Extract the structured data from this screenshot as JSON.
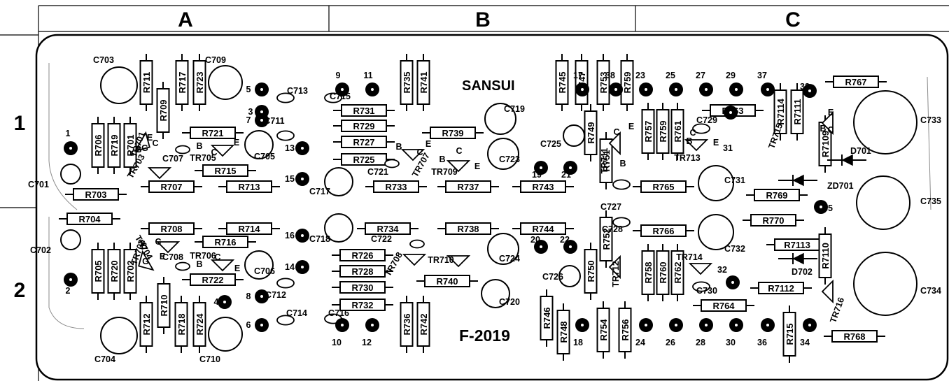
{
  "grid": {
    "columns": [
      "A",
      "B",
      "C"
    ],
    "rows": [
      "1",
      "2"
    ]
  },
  "board": {
    "brand": "SANSUI",
    "model": "F-2019"
  },
  "resistors": [
    {
      "ref": "R711",
      "orient": "v"
    },
    {
      "ref": "R709",
      "orient": "v"
    },
    {
      "ref": "R717",
      "orient": "v"
    },
    {
      "ref": "R723",
      "orient": "v"
    },
    {
      "ref": "R735",
      "orient": "v"
    },
    {
      "ref": "R741",
      "orient": "v"
    },
    {
      "ref": "R745",
      "orient": "v"
    },
    {
      "ref": "R747",
      "orient": "v"
    },
    {
      "ref": "R753",
      "orient": "v"
    },
    {
      "ref": "R759",
      "orient": "v"
    },
    {
      "ref": "R767",
      "orient": "h"
    },
    {
      "ref": "R7114",
      "orient": "v"
    },
    {
      "ref": "R7111",
      "orient": "v"
    },
    {
      "ref": "R731",
      "orient": "h"
    },
    {
      "ref": "R763",
      "orient": "h"
    },
    {
      "ref": "R706",
      "orient": "v"
    },
    {
      "ref": "R719",
      "orient": "v"
    },
    {
      "ref": "R701",
      "orient": "v"
    },
    {
      "ref": "R721",
      "orient": "h"
    },
    {
      "ref": "R729",
      "orient": "h"
    },
    {
      "ref": "R739",
      "orient": "h"
    },
    {
      "ref": "R749",
      "orient": "v"
    },
    {
      "ref": "R757",
      "orient": "v"
    },
    {
      "ref": "R759",
      "orient": "v"
    },
    {
      "ref": "R761",
      "orient": "v"
    },
    {
      "ref": "R7109",
      "orient": "v"
    },
    {
      "ref": "R727",
      "orient": "h"
    },
    {
      "ref": "R725",
      "orient": "h"
    },
    {
      "ref": "R715",
      "orient": "h"
    },
    {
      "ref": "R751",
      "orient": "v"
    },
    {
      "ref": "R703",
      "orient": "h"
    },
    {
      "ref": "R707",
      "orient": "h"
    },
    {
      "ref": "R713",
      "orient": "h"
    },
    {
      "ref": "R733",
      "orient": "h"
    },
    {
      "ref": "R737",
      "orient": "h"
    },
    {
      "ref": "R743",
      "orient": "h"
    },
    {
      "ref": "R765",
      "orient": "h"
    },
    {
      "ref": "R769",
      "orient": "h"
    },
    {
      "ref": "R704",
      "orient": "h"
    },
    {
      "ref": "R708",
      "orient": "h"
    },
    {
      "ref": "R714",
      "orient": "h"
    },
    {
      "ref": "R734",
      "orient": "h"
    },
    {
      "ref": "R738",
      "orient": "h"
    },
    {
      "ref": "R744",
      "orient": "h"
    },
    {
      "ref": "R770",
      "orient": "h"
    },
    {
      "ref": "R716",
      "orient": "h"
    },
    {
      "ref": "R752",
      "orient": "v"
    },
    {
      "ref": "R766",
      "orient": "h"
    },
    {
      "ref": "R7113",
      "orient": "h"
    },
    {
      "ref": "R7110",
      "orient": "v"
    },
    {
      "ref": "R705",
      "orient": "v"
    },
    {
      "ref": "R720",
      "orient": "v"
    },
    {
      "ref": "R702",
      "orient": "v"
    },
    {
      "ref": "R726",
      "orient": "h"
    },
    {
      "ref": "R728",
      "orient": "h"
    },
    {
      "ref": "R750",
      "orient": "v"
    },
    {
      "ref": "R758",
      "orient": "v"
    },
    {
      "ref": "R760",
      "orient": "v"
    },
    {
      "ref": "R762",
      "orient": "v"
    },
    {
      "ref": "R722",
      "orient": "h"
    },
    {
      "ref": "R740",
      "orient": "h"
    },
    {
      "ref": "R730",
      "orient": "h"
    },
    {
      "ref": "R710",
      "orient": "v"
    },
    {
      "ref": "R7112",
      "orient": "h"
    },
    {
      "ref": "R732",
      "orient": "h"
    },
    {
      "ref": "R764",
      "orient": "h"
    },
    {
      "ref": "R712",
      "orient": "v"
    },
    {
      "ref": "R718",
      "orient": "v"
    },
    {
      "ref": "R724",
      "orient": "v"
    },
    {
      "ref": "R736",
      "orient": "v"
    },
    {
      "ref": "R742",
      "orient": "v"
    },
    {
      "ref": "R746",
      "orient": "v"
    },
    {
      "ref": "R748",
      "orient": "v"
    },
    {
      "ref": "R754",
      "orient": "v"
    },
    {
      "ref": "R756",
      "orient": "v"
    },
    {
      "ref": "R715",
      "orient": "v"
    },
    {
      "ref": "R768",
      "orient": "h"
    }
  ],
  "capacitors": [
    {
      "ref": "C703",
      "kind": "circle"
    },
    {
      "ref": "C709",
      "kind": "circle"
    },
    {
      "ref": "C713",
      "kind": "oval"
    },
    {
      "ref": "C715",
      "kind": "oval"
    },
    {
      "ref": "C719",
      "kind": "circle"
    },
    {
      "ref": "C725",
      "kind": "circle"
    },
    {
      "ref": "C729",
      "kind": "oval"
    },
    {
      "ref": "C733",
      "kind": "circle"
    },
    {
      "ref": "C701",
      "kind": "circle"
    },
    {
      "ref": "C707",
      "kind": "oval"
    },
    {
      "ref": "C711",
      "kind": "oval"
    },
    {
      "ref": "C705",
      "kind": "circle"
    },
    {
      "ref": "C717",
      "kind": "circle"
    },
    {
      "ref": "C721",
      "kind": "oval"
    },
    {
      "ref": "C723",
      "kind": "circle"
    },
    {
      "ref": "C727",
      "kind": "oval"
    },
    {
      "ref": "C731",
      "kind": "circle"
    },
    {
      "ref": "C735",
      "kind": "circle"
    },
    {
      "ref": "C702",
      "kind": "circle"
    },
    {
      "ref": "C708",
      "kind": "oval"
    },
    {
      "ref": "C718",
      "kind": "circle"
    },
    {
      "ref": "C722",
      "kind": "oval"
    },
    {
      "ref": "C724",
      "kind": "circle"
    },
    {
      "ref": "C728",
      "kind": "oval"
    },
    {
      "ref": "C732",
      "kind": "circle"
    },
    {
      "ref": "C706",
      "kind": "circle"
    },
    {
      "ref": "C712",
      "kind": "oval"
    },
    {
      "ref": "C726",
      "kind": "circle"
    },
    {
      "ref": "C730",
      "kind": "oval"
    },
    {
      "ref": "C734",
      "kind": "circle"
    },
    {
      "ref": "C720",
      "kind": "circle"
    },
    {
      "ref": "C704",
      "kind": "circle"
    },
    {
      "ref": "C710",
      "kind": "circle"
    },
    {
      "ref": "C714",
      "kind": "oval"
    },
    {
      "ref": "C716",
      "kind": "oval"
    }
  ],
  "transistors": [
    "TR701",
    "TR703",
    "TR705",
    "TR707",
    "TR709",
    "TR711",
    "TR713",
    "TR715",
    "TR702",
    "TR704",
    "TR706",
    "TR708",
    "TR710",
    "TR712",
    "TR714",
    "TR716"
  ],
  "diodes": [
    "D701",
    "ZD701",
    "D702"
  ],
  "pin_labels": [
    "E",
    "C",
    "B",
    "G",
    "E",
    "C",
    "B",
    "E",
    "C",
    "B",
    "E",
    "C",
    "B",
    "E",
    "C",
    "B",
    "E",
    "C",
    "B",
    "E",
    "C",
    "B",
    "G",
    "E",
    "C",
    "B",
    "E",
    "C",
    "B"
  ],
  "pads": [
    "1",
    "2",
    "3",
    "4",
    "5",
    "6",
    "7",
    "8",
    "9",
    "10",
    "11",
    "12",
    "13",
    "14",
    "15",
    "16",
    "17",
    "18",
    "19",
    "20",
    "21",
    "22",
    "23",
    "24",
    "25",
    "26",
    "27",
    "28",
    "29",
    "30",
    "31",
    "32",
    "33",
    "34",
    "35",
    "36",
    "37",
    "38"
  ]
}
